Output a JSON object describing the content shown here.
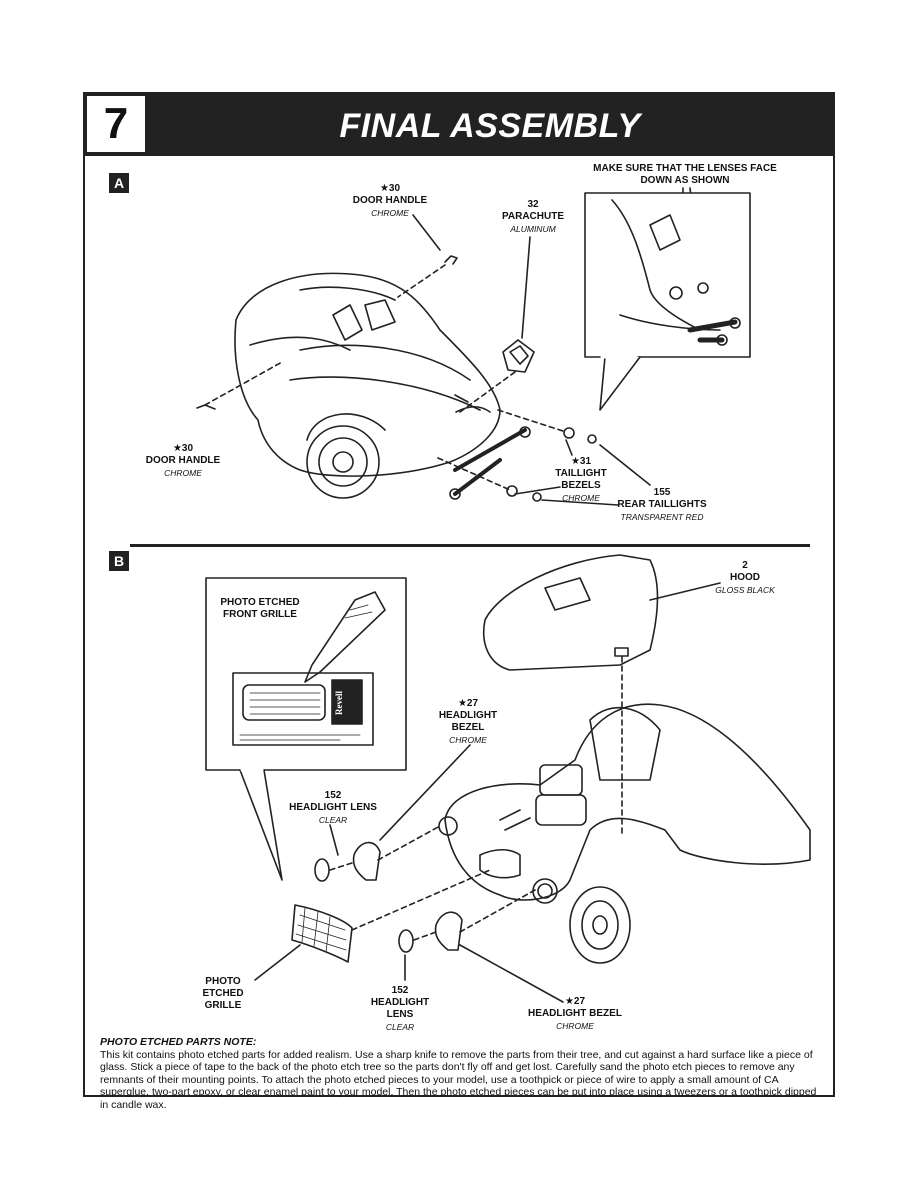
{
  "step": {
    "number": "7",
    "title": "FINAL ASSEMBLY"
  },
  "section_a": {
    "label": "A",
    "lens_note": "MAKE SURE THAT THE LENSES FACE DOWN AS SHOWN",
    "parts": {
      "door_handle_top": {
        "num": "★30",
        "name": "DOOR HANDLE",
        "finish": "CHROME"
      },
      "parachute": {
        "num": "32",
        "name": "PARACHUTE",
        "finish": "ALUMINUM"
      },
      "door_handle_left": {
        "num": "★30",
        "name": "DOOR HANDLE",
        "finish": "CHROME"
      },
      "taillight_bezels": {
        "num": "★31",
        "name": "TAILLIGHT BEZELS",
        "finish": "CHROME"
      },
      "rear_taillights": {
        "num": "155",
        "name": "REAR TAILLIGHTS",
        "finish": "TRANSPARENT RED"
      }
    }
  },
  "section_b": {
    "label": "B",
    "grille_inset_title": "PHOTO ETCHED FRONT GRILLE",
    "brand_mark": "Revell",
    "parts": {
      "hood": {
        "num": "2",
        "name": "HOOD",
        "finish": "GLOSS BLACK"
      },
      "headlight_bezel_top": {
        "num": "★27",
        "name": "HEADLIGHT BEZEL",
        "finish": "CHROME"
      },
      "headlight_lens_top": {
        "num": "152",
        "name": "HEADLIGHT LENS",
        "finish": "CLEAR"
      },
      "photo_etched_grille": {
        "name": "PHOTO ETCHED GRILLE"
      },
      "headlight_lens_bottom": {
        "num": "152",
        "name": "HEADLIGHT LENS",
        "finish": "CLEAR"
      },
      "headlight_bezel_bottom": {
        "num": "★27",
        "name": "HEADLIGHT BEZEL",
        "finish": "CHROME"
      }
    }
  },
  "note": {
    "title": "PHOTO ETCHED PARTS NOTE:",
    "body": "This kit contains photo etched parts for added realism. Use a sharp knife to remove the parts from their tree, and cut against a hard surface like a piece of glass. Stick a piece of tape to the back of the photo etch tree so the parts don't fly off and get lost. Carefully sand the photo etch pieces to remove any remnants of their mounting points. To attach the photo etched pieces to your model, use a toothpick or piece of wire to apply a small amount of CA superglue, two-part epoxy, or clear enamel paint to your model. Then the photo etched pieces can be put into place using a tweezers or a toothpick dipped in candle wax."
  }
}
